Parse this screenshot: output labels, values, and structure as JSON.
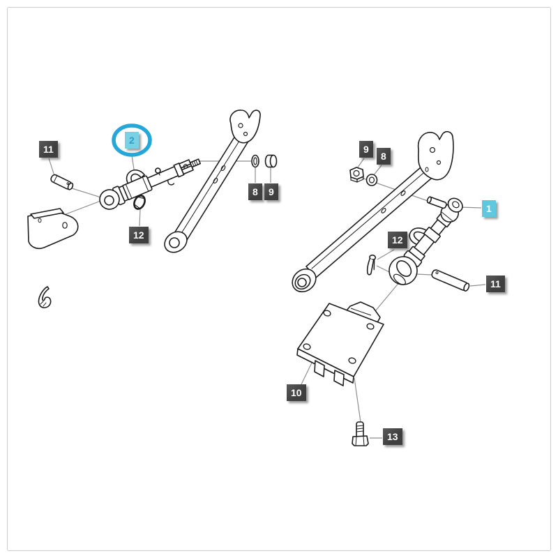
{
  "diagram": {
    "type": "exploded-parts-diagram",
    "background": "#ffffff",
    "frame_border_color": "#cccccc",
    "drawing_line_color": "#1c1c1c",
    "leader_line_color": "#8f8f8f",
    "highlight_ring_color": "#25a7da",
    "label_styles": {
      "dark": {
        "bg": "#3f3f3f",
        "text_color": "#ffffff"
      },
      "highlight": {
        "bg": "#5ec8de",
        "text_color": "#ffffff"
      },
      "highlight_soft": {
        "bg": "#7ad0e4",
        "text_color": "#2d9fc9"
      }
    },
    "labels": [
      {
        "text": "11",
        "style": "dark",
        "side": "left",
        "circled": false
      },
      {
        "text": "2",
        "style": "highlight_soft",
        "side": "left",
        "circled": true
      },
      {
        "text": "12",
        "style": "dark",
        "side": "left",
        "circled": false
      },
      {
        "text": "8",
        "style": "dark",
        "side": "left",
        "circled": false
      },
      {
        "text": "9",
        "style": "dark",
        "side": "left",
        "circled": false
      },
      {
        "text": "9",
        "style": "dark",
        "side": "right",
        "circled": false
      },
      {
        "text": "8",
        "style": "dark",
        "side": "right",
        "circled": false
      },
      {
        "text": "1",
        "style": "highlight",
        "side": "right",
        "circled": false
      },
      {
        "text": "12",
        "style": "dark",
        "side": "right",
        "circled": false
      },
      {
        "text": "11",
        "style": "dark",
        "side": "right",
        "circled": false
      },
      {
        "text": "10",
        "style": "dark",
        "side": "right",
        "circled": false
      },
      {
        "text": "13",
        "style": "dark",
        "side": "right",
        "circled": false
      }
    ]
  }
}
